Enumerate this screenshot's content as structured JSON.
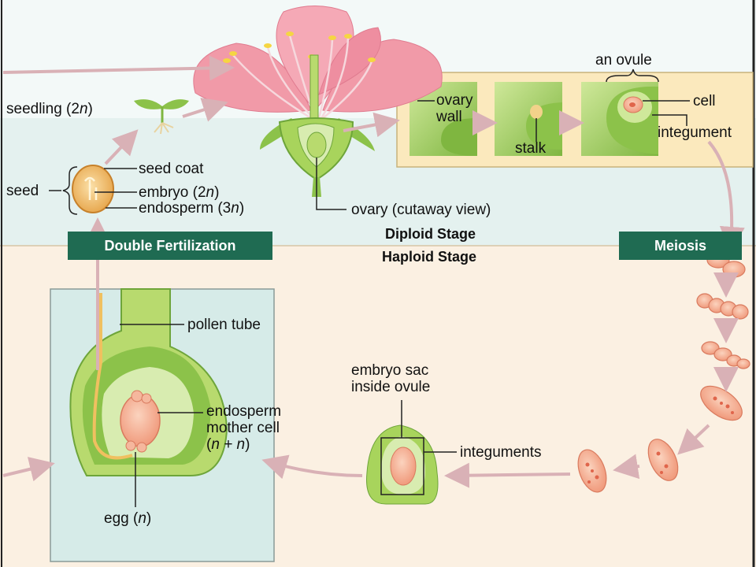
{
  "labels": {
    "seedling": "seedling (2",
    "seedling_n": "n",
    "seed": "seed",
    "seed_coat": "seed coat",
    "embryo": "embryo (2",
    "embryo_n": "n",
    "endosperm": "endosperm (3",
    "endosperm_n": "n",
    "an_ovule": "an ovule",
    "ovary_wall": "ovary\nwall",
    "stalk": "stalk",
    "cell": "cell",
    "integument": "integument",
    "ovary_cutaway": "ovary (cutaway view)",
    "pollen_tube": "pollen tube",
    "endosperm_mother_cell": "endosperm\nmother cell",
    "n_plus_n": "n + n",
    "egg": "egg (",
    "egg_n": "n",
    "embryo_sac": "embryo sac\ninside ovule",
    "integuments": "integuments"
  },
  "stages": {
    "diploid": "Diploid Stage",
    "haploid": "Haploid Stage"
  },
  "boxes": {
    "double_fertilization": "Double Fertilization",
    "meiosis": "Meiosis"
  },
  "colors": {
    "diploid_bg": "#e4f1ef",
    "haploid_bg": "#fbf0e2",
    "box_green": "#1f6b52",
    "petal_pink": "#f19aa8",
    "tissue_green": "#9ccf5a",
    "cell_salmon": "#f3a98f",
    "arrow_pink": "#d9b1b6"
  }
}
